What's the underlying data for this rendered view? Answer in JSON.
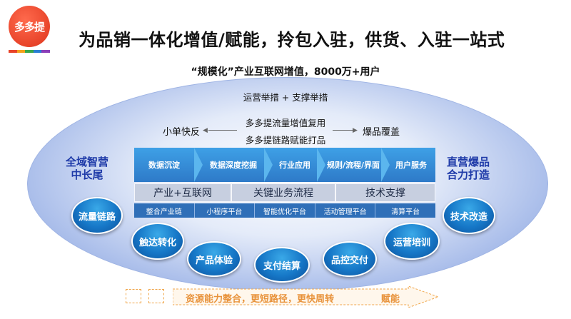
{
  "logo": {
    "text": "多多提",
    "bar_colors": [
      "#e8442a",
      "#f4a21c",
      "#3aa84a",
      "#2a7fd4",
      "#8b3fb8"
    ]
  },
  "title": "为品销一体化增值/赋能，拎包入驻，供货、入驻一站式",
  "subtitle": "“规模化”产业互联网增值，8000万+用户",
  "center": {
    "line1": "运营举措 + 支撑举措",
    "line2": "多多提流量增值复用",
    "line3": "多多提链路赋能打品",
    "left": "小单快反",
    "right": "爆品覆盖"
  },
  "chevrons": [
    "数据沉淀",
    "数据深度挖掘",
    "行业应用",
    "规则/流程/界面",
    "用户服务"
  ],
  "mid_row": [
    "产业+互联网",
    "关键业务流程",
    "技术支撑"
  ],
  "small_row": [
    "整合产业链",
    "小程序平台",
    "智能优化平台",
    "活动管理平台",
    "清算平台"
  ],
  "left_label": [
    "全域智营",
    "中长尾"
  ],
  "right_label": [
    "直营爆品",
    "合力打造"
  ],
  "bubbles": [
    "流量链路",
    "触达转化",
    "产品体验",
    "支付结算",
    "品控交付",
    "运营培训",
    "技术改造"
  ],
  "bottom": {
    "text": "资源能力整合，更短路径，更快周转",
    "end": "赋能"
  },
  "colors": {
    "title": "#111111",
    "label_blue": "#1e3aa8",
    "bubble_blue": "#1677c7",
    "orange": "#e8923a"
  }
}
